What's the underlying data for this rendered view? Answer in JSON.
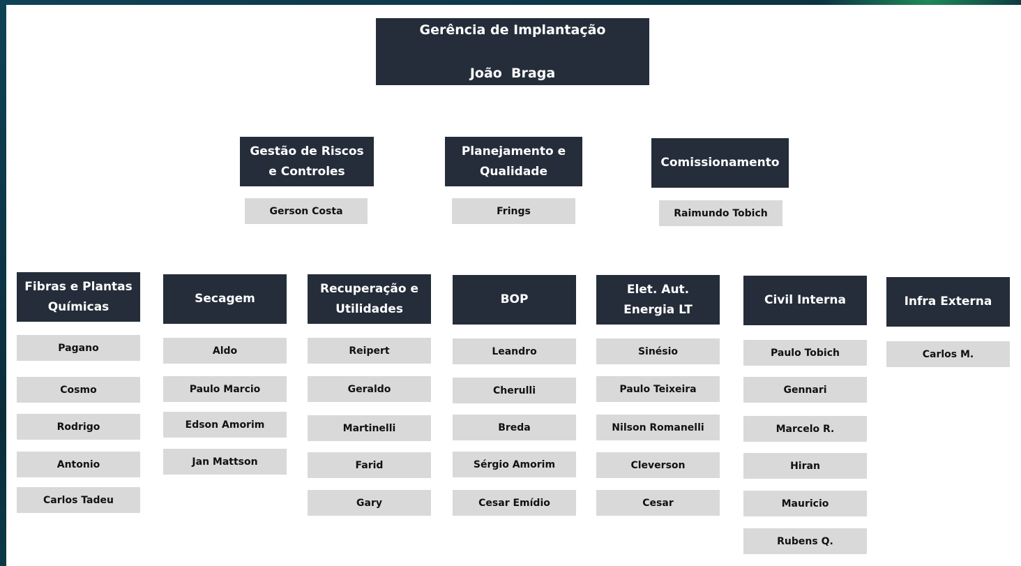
{
  "root": {
    "title": "Gerência de Implantação",
    "name": "João  Braga"
  },
  "middle": [
    {
      "title": "Gestão de Riscos\ne Controles",
      "person": "Gerson Costa"
    },
    {
      "title": "Planejamento e\nQualidade",
      "person": "Frings"
    },
    {
      "title": "Comissionamento",
      "person": "Raimundo Tobich"
    }
  ],
  "departments": [
    {
      "title": "Fibras e Plantas\nQuímicas",
      "members": [
        "Pagano",
        "Cosmo",
        "Rodrigo",
        "Antonio",
        "Carlos Tadeu"
      ]
    },
    {
      "title": "Secagem",
      "members": [
        "Aldo",
        "Paulo Marcio",
        "Edson Amorim",
        "Jan Mattson"
      ]
    },
    {
      "title": "Recuperação e\nUtilidades",
      "members": [
        "Reipert",
        "Geraldo",
        "Martinelli",
        "Farid",
        "Gary"
      ]
    },
    {
      "title": "BOP",
      "members": [
        "Leandro",
        "Cherulli",
        "Breda",
        "Sérgio Amorim",
        "Cesar Emídio"
      ]
    },
    {
      "title": "Elet. Aut.\nEnergia LT",
      "members": [
        "Sinésio",
        "Paulo Teixeira",
        "Nilson Romanelli",
        "Cleverson",
        "Cesar"
      ]
    },
    {
      "title": "Civil Interna",
      "members": [
        "Paulo Tobich",
        "Gennari",
        "Marcelo R.",
        "Hiran",
        "Mauricio",
        "Rubens Q."
      ]
    },
    {
      "title": "Infra Externa",
      "members": [
        "Carlos M."
      ]
    }
  ],
  "colors": {
    "header_box": "#252d3a",
    "person_box": "#d9d9d9",
    "background": "#0e3a4a"
  }
}
